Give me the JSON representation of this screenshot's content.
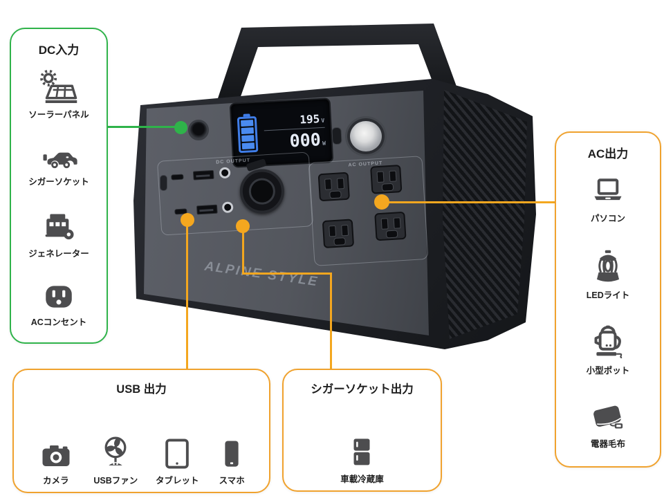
{
  "callouts": {
    "dc_input": {
      "title": "DC入力",
      "accent": "#2fb34a",
      "items": [
        {
          "label": "ソーラーパネル",
          "icon": "solar-panel"
        },
        {
          "label": "シガーソケット",
          "icon": "car"
        },
        {
          "label": "ジェネレーター",
          "icon": "generator"
        },
        {
          "label": "ACコンセント",
          "icon": "ac-outlet"
        }
      ]
    },
    "ac_output": {
      "title": "AC出力",
      "accent": "#f0a22e",
      "items": [
        {
          "label": "パソコン",
          "icon": "laptop"
        },
        {
          "label": "LEDライト",
          "icon": "lantern"
        },
        {
          "label": "小型ポット",
          "icon": "kettle"
        },
        {
          "label": "電器毛布",
          "icon": "electric-blanket"
        }
      ]
    },
    "usb_output": {
      "title": "USB 出力",
      "accent": "#f0a22e",
      "items": [
        {
          "label": "カメラ",
          "icon": "camera"
        },
        {
          "label": "USBファン",
          "icon": "usb-fan"
        },
        {
          "label": "タブレット",
          "icon": "tablet"
        },
        {
          "label": "スマホ",
          "icon": "smartphone"
        }
      ]
    },
    "cigarette_output": {
      "title": "シガーソケット出力",
      "accent": "#f0a22e",
      "items": [
        {
          "label": "車載冷蔵庫",
          "icon": "car-fridge"
        }
      ]
    }
  },
  "device": {
    "brand": "ALPINE STYLE",
    "lcd": {
      "top_value": "195",
      "top_unit": "V",
      "bottom_value": "000",
      "bottom_unit": "W"
    },
    "sections": {
      "dc_label": "DC OUTPUT",
      "ac_label": "AC OUTPUT"
    }
  },
  "colors": {
    "green": "#2fb34a",
    "orange": "#f4a71f",
    "lcd_blue": "#4a8bf0"
  }
}
